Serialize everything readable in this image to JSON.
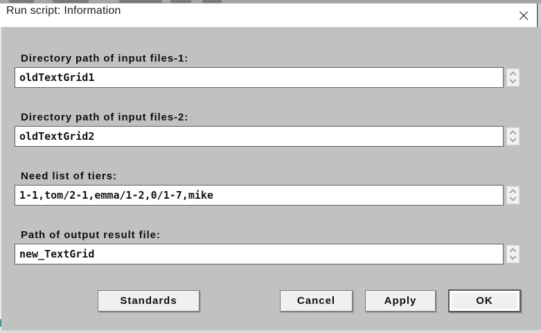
{
  "window": {
    "title": "Run script: Information",
    "close_icon": "×"
  },
  "fields": [
    {
      "label": "Directory path of input files-1:",
      "value": "oldTextGrid1"
    },
    {
      "label": "Directory path of input files-2:",
      "value": "oldTextGrid2"
    },
    {
      "label": "Need list of tiers:",
      "value": "1-1,tom/2-1,emma/1-2,0/1-7,mike"
    },
    {
      "label": "Path of output result file:",
      "value": "new_TextGrid"
    }
  ],
  "buttons": {
    "standards": "Standards",
    "cancel": "Cancel",
    "apply": "Apply",
    "ok": "OK"
  },
  "colors": {
    "dialog_body": "#c1c1c1",
    "titlebar": "#ffffff",
    "button_face": "#f0f0f0",
    "input_border": "#5f5f5f"
  }
}
